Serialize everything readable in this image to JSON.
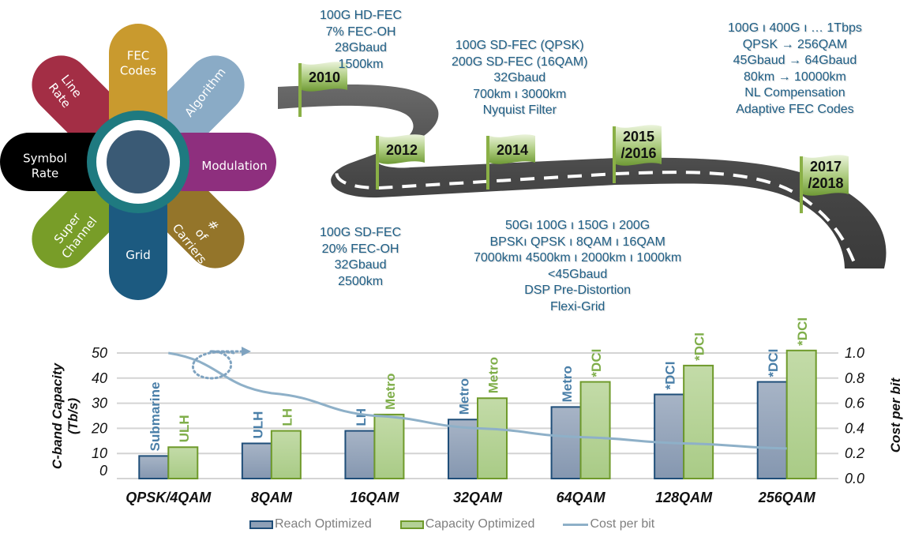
{
  "flower": {
    "petals": [
      {
        "id": "fec-codes",
        "label_lines": [
          "FEC",
          "Codes"
        ],
        "color": "#c99a2e"
      },
      {
        "id": "algorithm",
        "label_lines": [
          "Algorithm"
        ],
        "color": "#8aabc6"
      },
      {
        "id": "modulation",
        "label_lines": [
          "Modulation"
        ],
        "color": "#8e2f7e"
      },
      {
        "id": "carriers",
        "label_lines": [
          "#",
          "of",
          "Carriers"
        ],
        "color": "#94752a"
      },
      {
        "id": "grid",
        "label_lines": [
          "Grid"
        ],
        "color": "#1c5a80"
      },
      {
        "id": "super-channel",
        "label_lines": [
          "Super",
          "Channel"
        ],
        "color": "#789d28"
      },
      {
        "id": "symbol-rate",
        "label_lines": [
          "Symbol",
          "Rate"
        ],
        "color": "#000000"
      },
      {
        "id": "line-rate",
        "label_lines": [
          "Line",
          "Rate"
        ],
        "color": "#a32e45"
      }
    ],
    "ring_color": "#1f7a80",
    "center_color": "#3a5a75"
  },
  "timeline": {
    "flags": [
      {
        "id": "2010",
        "lines": [
          "2010"
        ]
      },
      {
        "id": "2012",
        "lines": [
          "2012"
        ]
      },
      {
        "id": "2014",
        "lines": [
          "2014"
        ]
      },
      {
        "id": "2015-2016",
        "lines": [
          "2015",
          "/2016"
        ]
      },
      {
        "id": "2017-2018",
        "lines": [
          "2017",
          "/2018"
        ]
      }
    ],
    "notes": [
      {
        "id": "note-2010",
        "lines": [
          "100G HD-FEC",
          "7% FEC-OH",
          "28Gbaud",
          "1500km"
        ]
      },
      {
        "id": "note-2012",
        "lines": [
          "100G SD-FEC",
          "20% FEC-OH",
          "32Gbaud",
          "2500km"
        ]
      },
      {
        "id": "note-2014",
        "lines": [
          "100G SD-FEC (QPSK)",
          "200G SD-FEC (16QAM)",
          "32Gbaud",
          "700km  ı  3000km",
          "Nyquist Filter"
        ]
      },
      {
        "id": "note-2015",
        "lines": [
          "50Gı 100G ı 150G ı 200G",
          "BPSKı QPSK ı  8QAM ı 16QAM",
          "7000kmı 4500km ı 2000km ı 1000km",
          "<45Gbaud",
          "DSP Pre-Distortion",
          "Flexi-Grid"
        ]
      },
      {
        "id": "note-2017",
        "lines": [
          "100G ı 400G ı … 1Tbps",
          "QPSK → 256QAM",
          "45Gbaud → 64Gbaud",
          "80km → 10000km",
          "NL Compensation",
          "Adaptive FEC Codes"
        ]
      }
    ]
  },
  "chart_data": {
    "type": "bar",
    "title": "",
    "categories": [
      "QPSK/4QAM",
      "8QAM",
      "16QAM",
      "32QAM",
      "64QAM",
      "128QAM",
      "256QAM"
    ],
    "series": [
      {
        "name": "Reach Optimized",
        "axis": "left",
        "color": "#8ea0b7",
        "border": "#1f4e79",
        "values": [
          9,
          14,
          19,
          23.5,
          28.5,
          33.5,
          38.5
        ],
        "labels": [
          "Submarine",
          "ULH",
          "LH",
          "Metro",
          "Metro",
          "*DCI",
          "*DCI"
        ],
        "label_color": "#4a7fa8"
      },
      {
        "name": "Capacity Optimized",
        "axis": "left",
        "color": "#b4d196",
        "border": "#6f9a2b",
        "values": [
          12.5,
          19,
          25.5,
          32,
          38.5,
          45,
          51
        ],
        "labels": [
          "ULH",
          "LH",
          "Metro",
          "Metro",
          "*DCI",
          "*DCI",
          "*DCI"
        ],
        "label_color": "#7fae4a"
      },
      {
        "name": "Cost per bit",
        "axis": "right",
        "type": "line",
        "color": "#8eb0c8",
        "values": [
          1.0,
          0.68,
          0.5,
          0.4,
          0.33,
          0.28,
          0.24
        ]
      }
    ],
    "ylabel": "C-band Capacity (Tb/s)",
    "ylabel_lines": [
      "C-band Capacity",
      "(Tb/s)"
    ],
    "ylim": [
      0,
      50
    ],
    "yticks": [
      "0",
      "10",
      "20",
      "30",
      "40",
      "50"
    ],
    "y2label": "Cost per bit",
    "y2lim": [
      0,
      1.0
    ],
    "y2ticks": [
      "0.0",
      "0.2",
      "0.4",
      "0.6",
      "0.8",
      "1.0"
    ],
    "grid": true,
    "legend_position": "bottom",
    "annotation": "dotted loop arrow near cost-per-bit start"
  },
  "legend": {
    "reach": "Reach Optimized",
    "capacity": "Capacity Optimized",
    "cost": "Cost per bit"
  }
}
